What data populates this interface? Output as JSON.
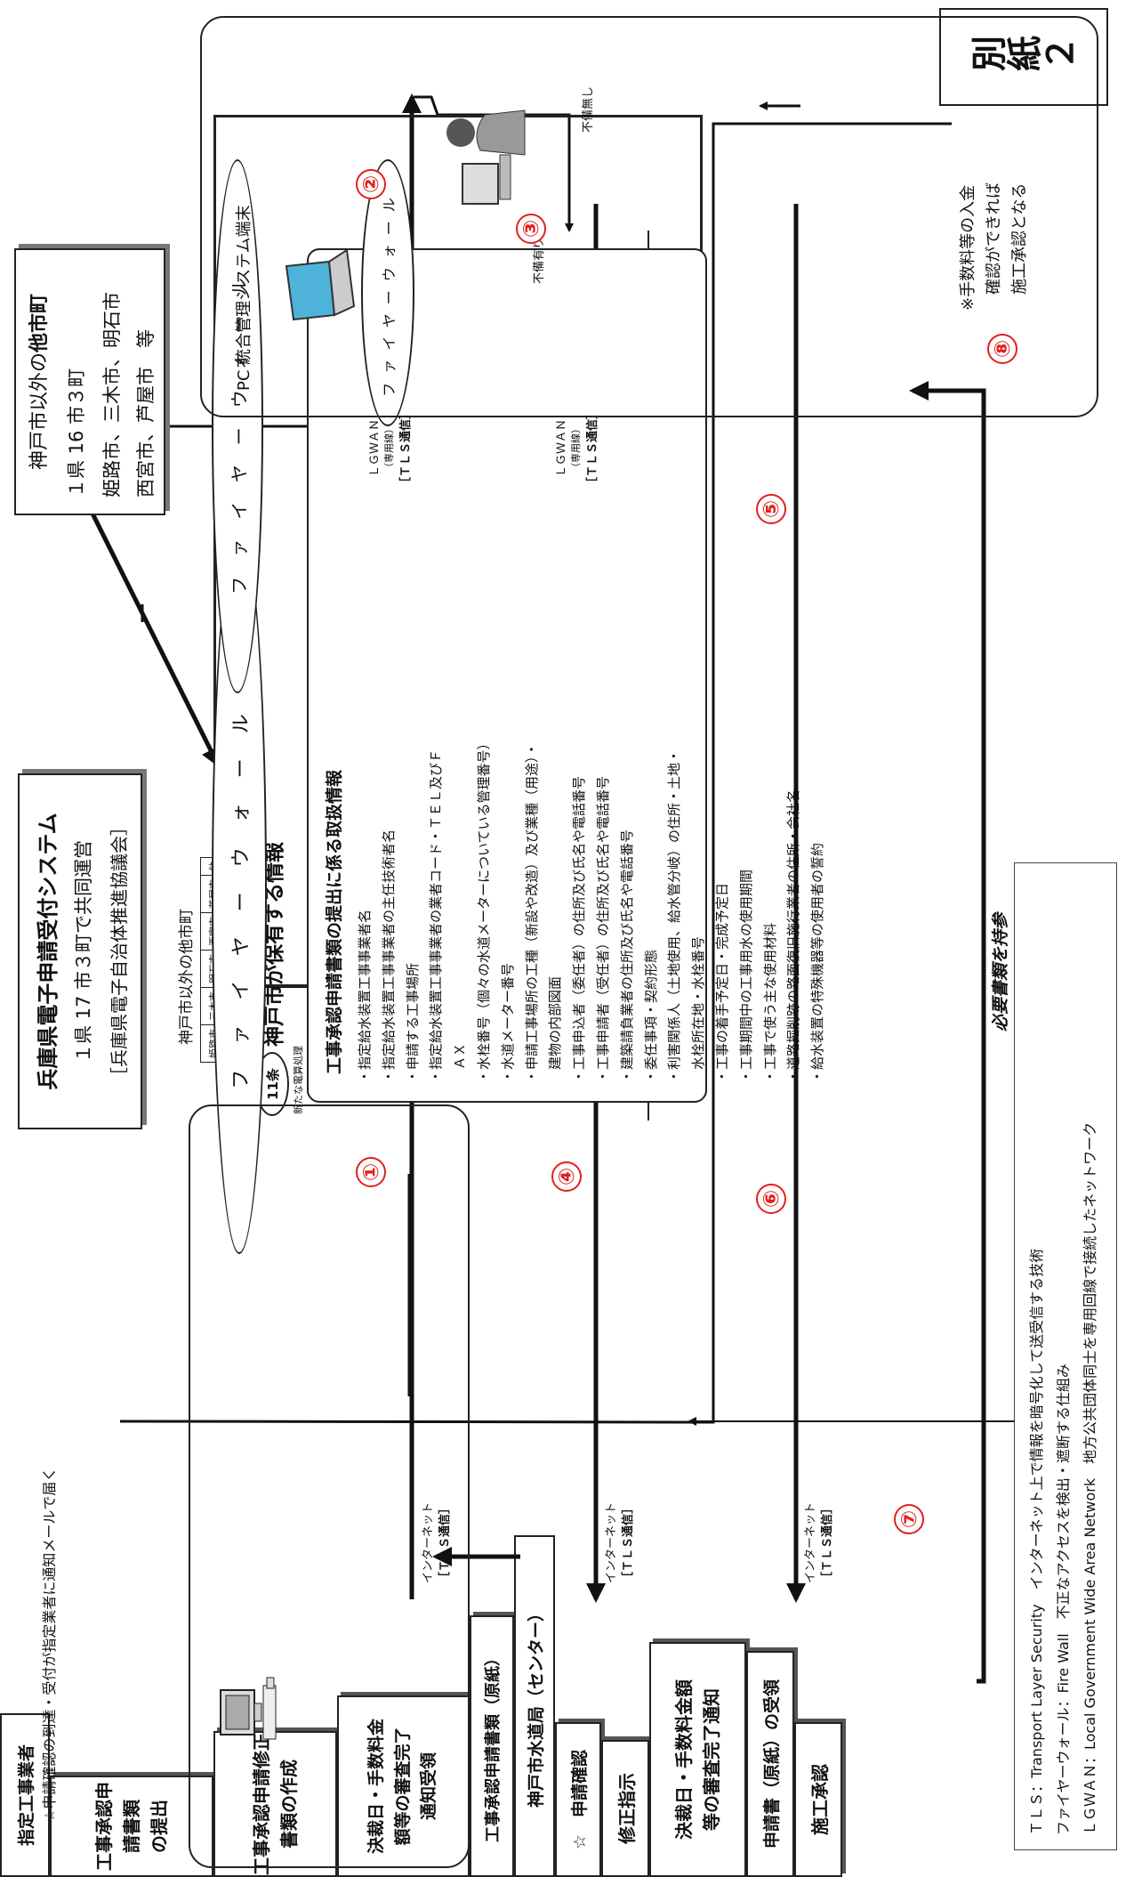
{
  "stamp": "別紙２",
  "top_note": "☆申請確認の到達・受付が指定業者に通知メールで届く",
  "system": {
    "title": "兵庫県電子申請受付システム",
    "line2": "１県 17 市３町で共同運営",
    "line3": "［兵庫県電子自治体推進協議会］"
  },
  "other_cities": {
    "title_prefix": "神戸市以外の",
    "title_bold": "他市町",
    "line2": "１県 16 市３町",
    "line3": "姫路市、三木市、明石市",
    "line4": "西宮市、芦屋市　等"
  },
  "other_cities_table": {
    "title": "神戸市以外の他市町",
    "cells": [
      "姫路市",
      "三木市",
      "明石市",
      "西宮市",
      "芦屋市",
      "他"
    ]
  },
  "kobe": {
    "badge": "11条",
    "badge_sub": "新たな電算処理",
    "title": "神戸市が保有する情報",
    "list_title": "工事承認申請書類の提出に係る取扱情報",
    "items": [
      "・指定給水装置工事事業者名",
      "・指定給水装置工事事業者の主任技術者名",
      "・申請する工事場所",
      "・指定給水装置工事事業者の業者コード・ＴＥＬ及びＦ",
      "　ＡＸ",
      "・水栓番号（個々の水道メーターについている管理番号）",
      "・水道メーター番号",
      "・申請工事場所の工種（新設や改造）及び業種（用途）・",
      "　建物の内部図面",
      "・工事申込者（委任者）の住所及び氏名や電話番号",
      "・工事申請者（受任者）の住所及び氏名や電話番号",
      "・建築請負業者の住所及び氏名や電話番号",
      "・委任事項・契約形態",
      "・利害関係人（土地使用、給水管分岐）の住所・土地・",
      "　水栓所在地・水栓番号",
      "・工事の着手予定日・完成予定日",
      "・工事期間中の工事用水の使用期間",
      "・工事で使う主な使用材料",
      "・道路掘削跡の路面復旧施行業者の住所・会社名",
      "・給水装置の特殊機器等の使用者の誓約"
    ],
    "bottom_note": "必要書類を持参"
  },
  "contractor": {
    "title": "指定工事業者",
    "box1": [
      "工事承認申請書類",
      "の提出"
    ],
    "box2": [
      "工事承認申請修正",
      "書類の作成"
    ],
    "box3": [
      "決裁日・手数料金",
      "額等の審査完了",
      "通知受領"
    ],
    "box4": "工事承認申請書類（原紙）"
  },
  "center": {
    "title": "神戸市水道局（センター）",
    "terminal": "PC 統合管理システム端末",
    "confirm": "☆　申請確認",
    "fix": "修正指示",
    "result": [
      "決裁日・手数料金額",
      "等の審査完了通知"
    ],
    "receipt": "申請書（原紙）の受領",
    "approval": "施工承認",
    "note": [
      "※手数料等の入金",
      "確認ができれば",
      "施工承認となる"
    ],
    "defect_yes": "不備有り",
    "defect_no": "不備無し"
  },
  "numbers": [
    "①",
    "②",
    "③",
    "④",
    "⑤",
    "⑥",
    "⑦",
    "⑧"
  ],
  "labels": {
    "internet": "インターネット",
    "tls": "［ＴＬＳ通信］",
    "lgwan": "ＬＧＷＡＮ",
    "lgwan_sub": "（専用線）",
    "firewall": "ファイヤーウォール"
  },
  "legend": [
    "ＴＬＳ：Transport Layer Security　インターネット上で情報を暗号化して送受信する技術",
    "ファイヤーウォール：Fire Wall　不正なアクセスを検出・遮断する仕組み",
    "ＬＧＷＡＮ：Local Government Wide Area Network　地方公共団体同士を専用回線で接続したネットワーク"
  ]
}
